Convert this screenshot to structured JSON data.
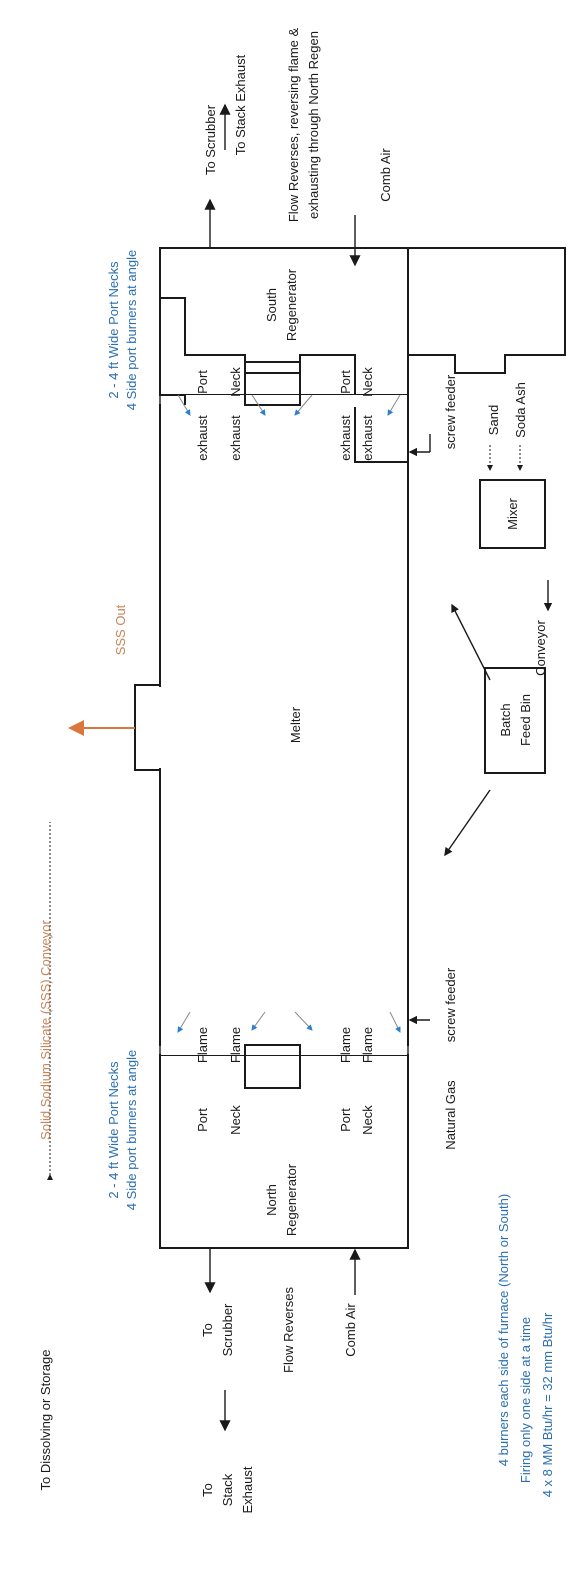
{
  "labels": {
    "to_stack_exhaust_top": "To Stack Exhaust",
    "to_scrubber_top": "To Scrubber",
    "flow_reverses_south_1": "Flow Reverses, reversing flame &",
    "flow_reverses_south_2": "exhausting through North Regen",
    "comb_air_top": "Comb Air",
    "port_necks_south_1": "2 - 4 ft Wide Port Necks",
    "port_necks_south_2": "4 Side port burners at angle",
    "port": "Port",
    "neck": "Neck",
    "exhaust": "exhaust",
    "flame": "Flame",
    "south_regenerator_1": "South",
    "south_regenerator_2": "Regenerator",
    "north_regenerator_1": "North",
    "north_regenerator_2": "Regenerator",
    "sss_out": "SSS Out",
    "melter": "Melter",
    "screw_feeder": "screw feeder",
    "batch_feed_bin_1": "Batch",
    "batch_feed_bin_2": "Feed Bin",
    "conveyor": "Conveyor",
    "mixer": "Mixer",
    "sand": "Sand",
    "soda_ash": "Soda Ash",
    "sss_conveyor": "Solid Sodium Silicate (SSS) Conveyor",
    "to_dissolving": "To Dissolving or Storage",
    "port_necks_north_1": "2 - 4 ft Wide Port Necks",
    "port_necks_north_2": "4 Side port burners at angle",
    "natural_gas": "Natural Gas",
    "to_scrubber_bottom_1": "To",
    "to_scrubber_bottom_2": "Scrubber",
    "flow_reverses_north": "Flow Reverses",
    "comb_air_bottom": "Comb Air",
    "to_stack_bottom_1": "To",
    "to_stack_bottom_2": "Stack",
    "to_stack_bottom_3": "Exhaust",
    "burners_note": "4 burners each side of furnace (North or South)",
    "firing_note": "Firing only one side at a time",
    "capacity_note": "4 x 8 MM Btu/hr = 32 mm Btu/hr"
  },
  "colors": {
    "note_blue": "#2a6fb0",
    "sss_orange": "#c9855a",
    "burner_blue": "#2a7fd0"
  }
}
